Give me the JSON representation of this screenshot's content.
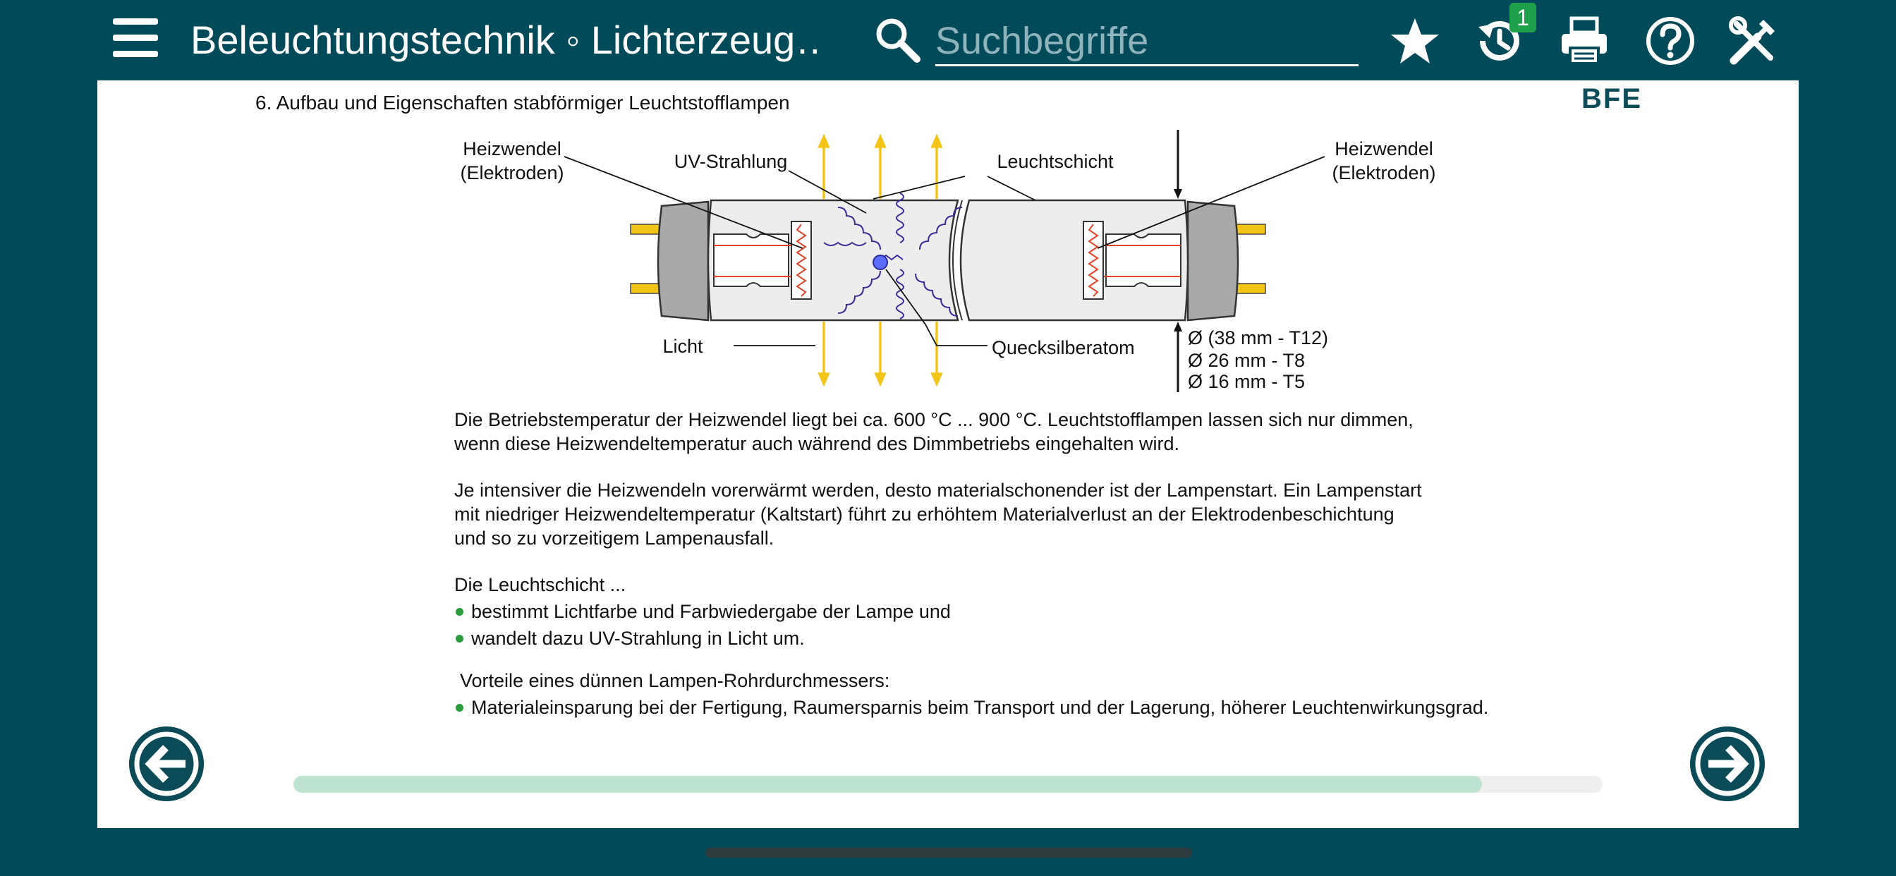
{
  "header": {
    "title": "Beleuchtungstechnik ◦ Lichterzeug…",
    "search_placeholder": "Suchbegriffe",
    "history_badge": "1",
    "icons": [
      "menu-icon",
      "search-icon",
      "star-icon",
      "history-icon",
      "print-icon",
      "help-icon",
      "tools-icon"
    ]
  },
  "slide": {
    "title": "6. Aufbau und Eigenschaften stabförmiger Leuchtstofflampen",
    "logo": "BFE"
  },
  "diagram": {
    "heizwendel_left_1": "Heizwendel",
    "heizwendel_left_2": "(Elektroden)",
    "uv": "UV-Strahlung",
    "leuchtschicht": "Leuchtschicht",
    "heizwendel_right_1": "Heizwendel",
    "heizwendel_right_2": "(Elektroden)",
    "licht": "Licht",
    "quecksilber": "Quecksilberatom",
    "dia_1": "Ø (38 mm - T12)",
    "dia_2": "Ø  26 mm - T8",
    "dia_3": "Ø  16 mm - T5"
  },
  "text": {
    "para1_line1": "Die Betriebstemperatur der Heizwendel liegt bei ca. 600 °C ... 900 °C. Leuchtstofflampen lassen sich nur dimmen,",
    "para1_line2": "wenn diese Heizwendeltemperatur auch während des Dimmbetriebs eingehalten wird.",
    "para2_line1": "Je intensiver die Heizwendeln vorerwärmt werden, desto materialschonender ist der Lampenstart. Ein Lampenstart",
    "para2_line2": "mit niedriger Heizwendeltemperatur (Kaltstart) führt zu erhöhtem Materialverlust an der Elektrodenbeschichtung",
    "para2_line3": "und so zu vorzeitigem Lampenausfall.",
    "leuchtschicht_title": "Die Leuchtschicht ...",
    "bullet1": "bestimmt Lichtfarbe und Farbwiedergabe der Lampe und",
    "bullet2": "wandelt dazu UV-Strahlung in Licht um.",
    "advantages_title": "Vorteile eines dünnen Lampen-Rohrdurchmessers:",
    "bullet3": "Materialeinsparung bei der Fertigung, Raumersparnis beim Transport und der Lagerung, höherer Leuchtenwirkungsgrad."
  },
  "progress": {
    "value": 0.908
  },
  "colors": {
    "background": "#014a5a",
    "accent": "#0b4b58",
    "progress": "#bfe3d1",
    "bullet": "#2a9a3c",
    "badge": "#1fa04a"
  }
}
